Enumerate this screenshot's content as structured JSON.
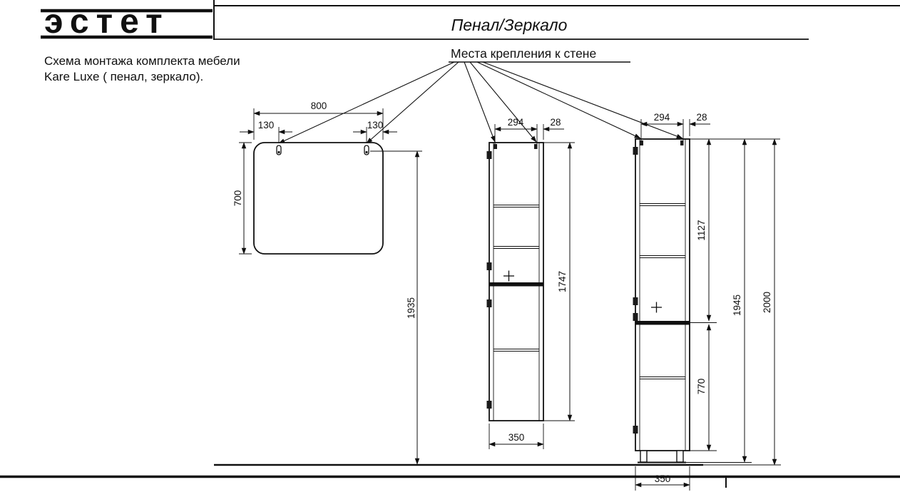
{
  "header": {
    "brand": "эстет",
    "title": "Пенал/Зеркало"
  },
  "notes": {
    "description_line1": "Схема монтажа комплекта мебели",
    "description_line2": "Kare Luxe ( пенал, зеркало).",
    "mount_points_label": "Места крепления к стене"
  },
  "mirror": {
    "width": "800",
    "mount_offset_left": "130",
    "mount_offset_right": "130",
    "height": "700",
    "mount_height_from_floor": "1935"
  },
  "cabinet_mid": {
    "mount_span": "294",
    "mount_edge_offset": "28",
    "height": "1747",
    "width": "350"
  },
  "cabinet_right": {
    "mount_span": "294",
    "mount_edge_offset": "28",
    "upper_mount_span": "1127",
    "lower_mount_span": "770",
    "cabinet_height": "1945",
    "overall_height": "2000",
    "width": "350"
  }
}
